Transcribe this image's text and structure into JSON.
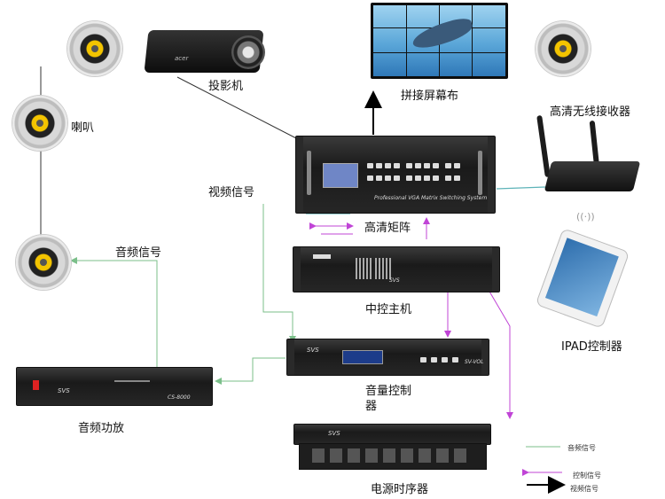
{
  "labels": {
    "projector": "投影机",
    "splicing_screen": "拼接屏幕布",
    "speaker": "喇叭",
    "hd_wireless_receiver": "高清无线接收器",
    "video_signal": "视频信号",
    "hd_matrix": "高清矩阵",
    "audio_signal": "音频信号",
    "central_control_host": "中控主机",
    "ipad_controller": "IPAD控制器",
    "volume_controller_line1": "音量控制",
    "volume_controller_line2": "器",
    "audio_amplifier": "音频功放",
    "power_sequencer": "电源时序器"
  },
  "device_text": {
    "matrix_panel": "Professional VGA Matrix Switching System",
    "svs_brand": "SVS",
    "volume_model": "SV-VOL",
    "amp_model": "CS-8000"
  },
  "legend": [
    {
      "label": "音频信号",
      "color": "#7bbf8a"
    },
    {
      "label": "控制信号",
      "color": "#c044d6"
    },
    {
      "label": "视频信号",
      "color": "#000000"
    }
  ],
  "colors": {
    "audio_line": "#7bbf8a",
    "control_line": "#c044d6",
    "video_line": "#000000",
    "teal_line": "#5db3b8"
  }
}
